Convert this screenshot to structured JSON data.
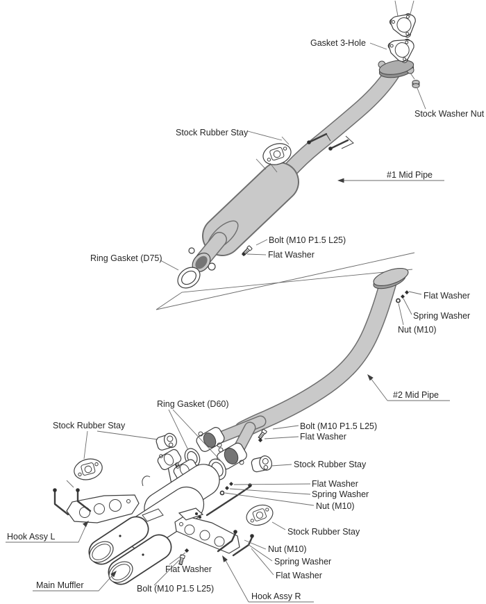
{
  "diagram": {
    "type": "exploded-parts-diagram",
    "subject": "exhaust-system",
    "labels": {
      "gasket_3_hole": "Gasket 3-Hole",
      "stock_washer_nut": "Stock Washer Nut",
      "stock_rubber_stay": "Stock Rubber Stay",
      "mid_pipe_1": "#1 Mid Pipe",
      "bolt_m10": "Bolt (M10 P1.5 L25)",
      "flat_washer": "Flat Washer",
      "ring_gasket_d75": "Ring Gasket (D75)",
      "spring_washer": "Spring Washer",
      "nut_m10": "Nut (M10)",
      "mid_pipe_2": "#2 Mid Pipe",
      "ring_gasket_d60": "Ring Gasket (D60)",
      "hook_assy_l": "Hook Assy L",
      "main_muffler": "Main Muffler",
      "hook_assy_r": "Hook Assy R"
    },
    "colors": {
      "background": "#ffffff",
      "pipe_fill": "#c9c9c9",
      "pipe_outline": "#6e6e6e",
      "part_outline": "#3d3d3d",
      "opening_fill": "#757575",
      "leader_line": "#6a6a6a",
      "text": "#262626"
    }
  }
}
